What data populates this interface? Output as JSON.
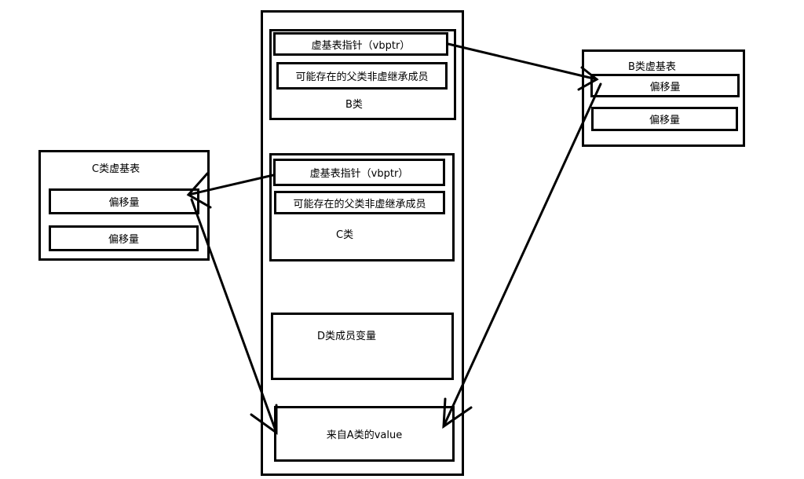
{
  "object_layout": {
    "b_section": {
      "vbptr_label": "虚基表指针（vbptr）",
      "members_label": "可能存在的父类非虚继承成员",
      "class_label": "B类"
    },
    "c_section": {
      "vbptr_label": "虚基表指针（vbptr）",
      "members_label": "可能存在的父类非虚继承成员",
      "class_label": "C类"
    },
    "d_members_label": "D类成员变量",
    "a_value_label": "来自A类的value"
  },
  "b_vtable": {
    "title": "B类虚基表",
    "entries": [
      "偏移量",
      "偏移量"
    ]
  },
  "c_vtable": {
    "title": "C类虚基表",
    "entries": [
      "偏移量",
      "偏移量"
    ]
  },
  "colors": {
    "stroke": "#000000",
    "background": "#ffffff"
  }
}
